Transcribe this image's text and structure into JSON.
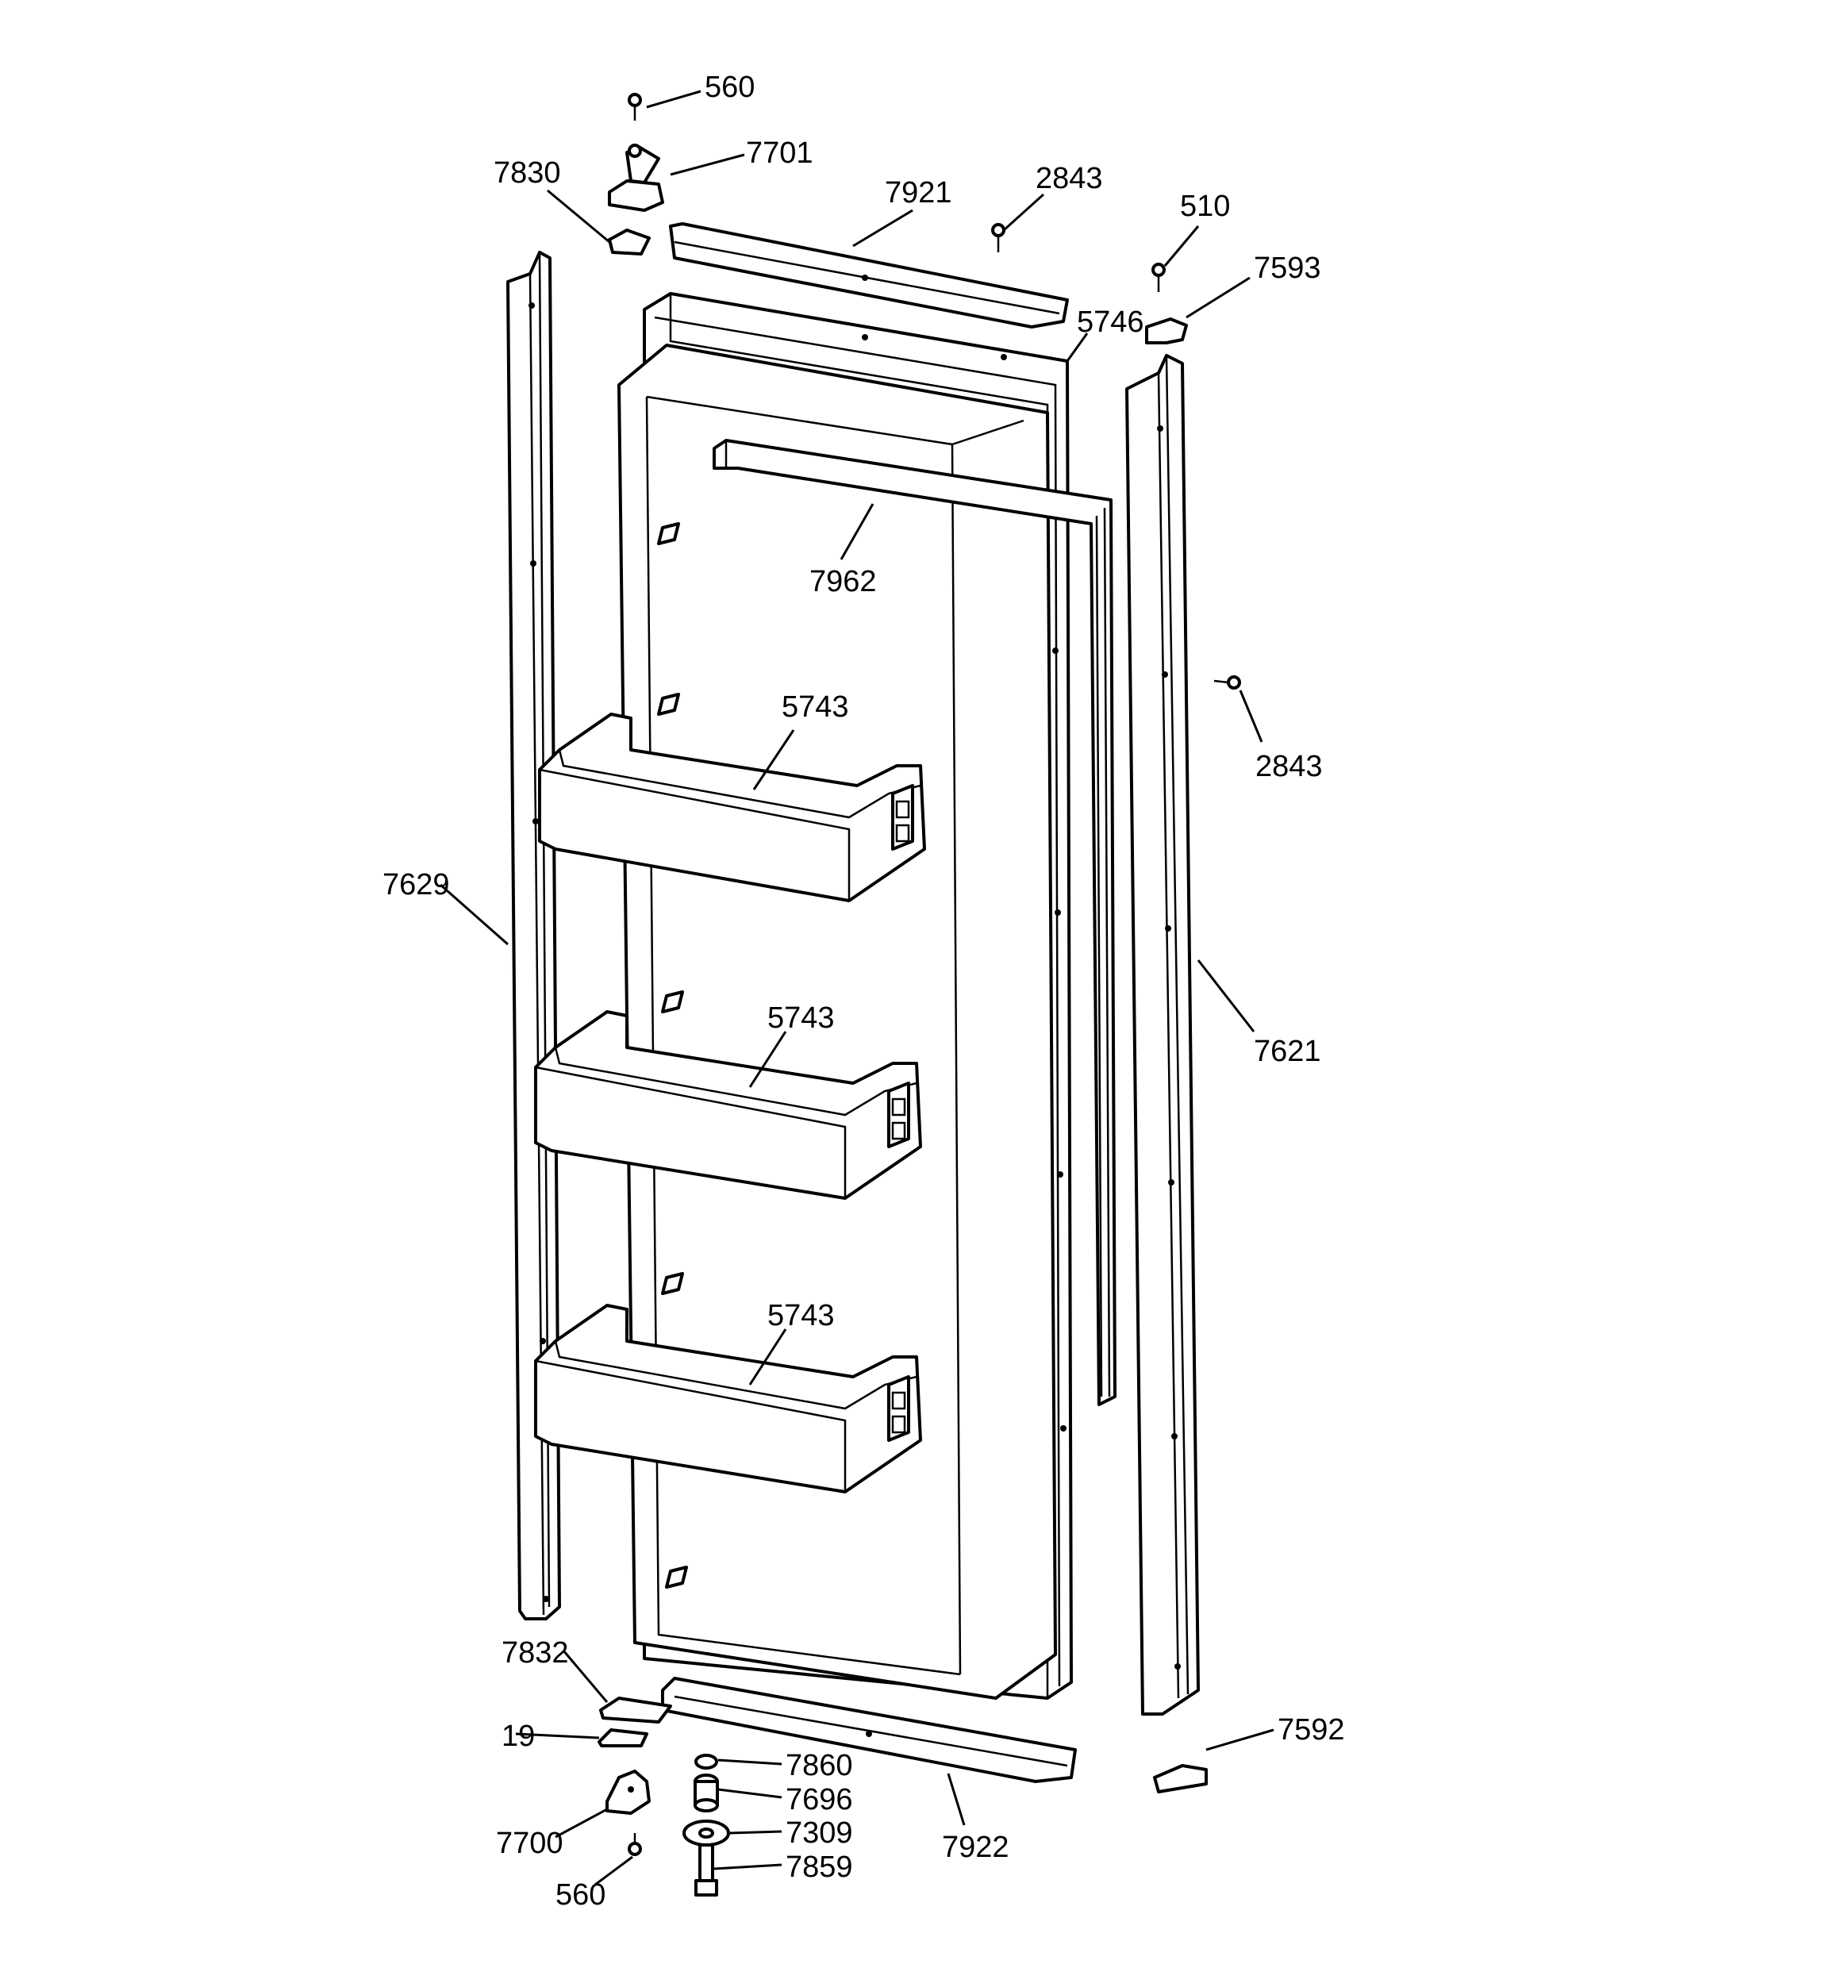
{
  "diagram": {
    "callouts": [
      {
        "id": "c560-top",
        "text": "560"
      },
      {
        "id": "c7701",
        "text": "7701"
      },
      {
        "id": "c7830",
        "text": "7830"
      },
      {
        "id": "c7921",
        "text": "7921"
      },
      {
        "id": "c2843-top",
        "text": "2843"
      },
      {
        "id": "c510",
        "text": "510"
      },
      {
        "id": "c7593",
        "text": "7593"
      },
      {
        "id": "c5746",
        "text": "5746"
      },
      {
        "id": "c7962",
        "text": "7962"
      },
      {
        "id": "c2843-right",
        "text": "2843"
      },
      {
        "id": "c5743-top",
        "text": "5743"
      },
      {
        "id": "c7629",
        "text": "7629"
      },
      {
        "id": "c5743-mid",
        "text": "5743"
      },
      {
        "id": "c7621",
        "text": "7621"
      },
      {
        "id": "c5743-bot",
        "text": "5743"
      },
      {
        "id": "c7832",
        "text": "7832"
      },
      {
        "id": "c19",
        "text": "19"
      },
      {
        "id": "c7860",
        "text": "7860"
      },
      {
        "id": "c7696",
        "text": "7696"
      },
      {
        "id": "c7309",
        "text": "7309"
      },
      {
        "id": "c7859",
        "text": "7859"
      },
      {
        "id": "c7700",
        "text": "7700"
      },
      {
        "id": "c560-bot",
        "text": "560"
      },
      {
        "id": "c7922",
        "text": "7922"
      },
      {
        "id": "c7592",
        "text": "7592"
      }
    ]
  }
}
